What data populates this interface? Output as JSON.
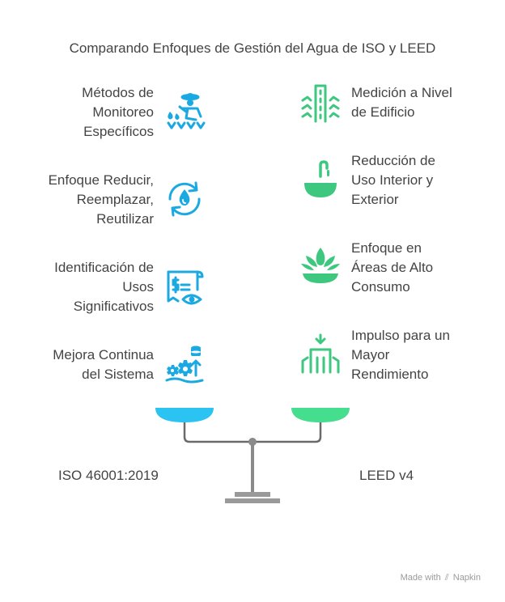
{
  "title": "Comparando Enfoques de Gestión del Agua de ISO y LEED",
  "left_items": [
    {
      "lines": [
        "Métodos de",
        "Monitoreo",
        "Específicos"
      ],
      "icon": "farmer-watering-icon"
    },
    {
      "lines": [
        "Enfoque Reducir,",
        "Reemplazar,",
        "Reutilizar"
      ],
      "icon": "water-cycle-icon"
    },
    {
      "lines": [
        "Identificación de",
        "Usos",
        "Significativos"
      ],
      "icon": "document-eye-icon"
    },
    {
      "lines": [
        "Mejora Continua",
        "del Sistema"
      ],
      "icon": "gear-growth-icon"
    }
  ],
  "right_items": [
    {
      "lines": [
        "Medición a Nivel",
        "de Edificio"
      ],
      "icon": "building-water-icon"
    },
    {
      "lines": [
        "Reducción de",
        "Uso Interior y",
        "Exterior"
      ],
      "icon": "faucet-bowl-icon"
    },
    {
      "lines": [
        "Enfoque en",
        "Áreas de Alto",
        "Consumo"
      ],
      "icon": "plant-bowl-icon"
    },
    {
      "lines": [
        "Impulso para un",
        "Mayor",
        "Rendimiento"
      ],
      "icon": "building-arrow-icon"
    }
  ],
  "left_label": "ISO 46001:2019",
  "right_label": "LEED v4",
  "brand": "Made with",
  "brand_name": "Napkin",
  "colors": {
    "left": "#1aa9e0",
    "right": "#3ec77f",
    "left_pan": "#2bc3f2",
    "right_pan": "#45dd8e",
    "stand": "#8a8a8a"
  }
}
